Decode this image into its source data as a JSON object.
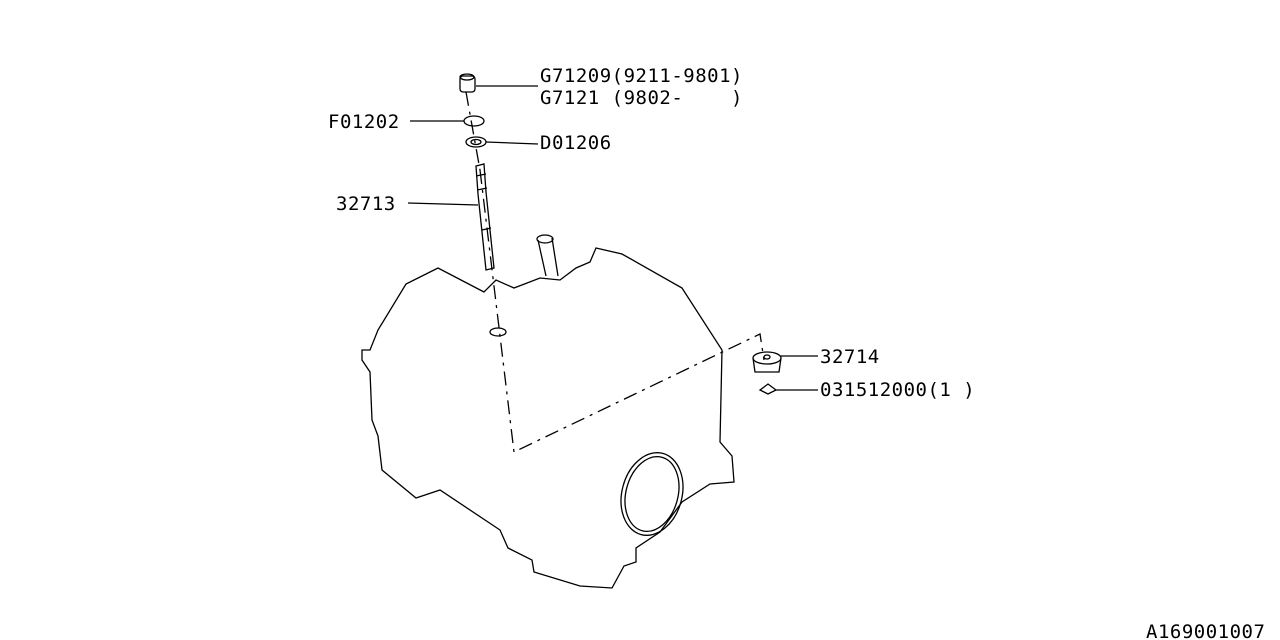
{
  "diagram": {
    "parts": [
      {
        "label": "G71209(9211-9801)"
      },
      {
        "label": "G7121 (9802-    )"
      },
      {
        "label": "F01202"
      },
      {
        "label": "D01206"
      },
      {
        "label": "32713"
      },
      {
        "label": "32714"
      },
      {
        "label": "031512000(1 )"
      }
    ],
    "diagram_code": "A169001007"
  }
}
